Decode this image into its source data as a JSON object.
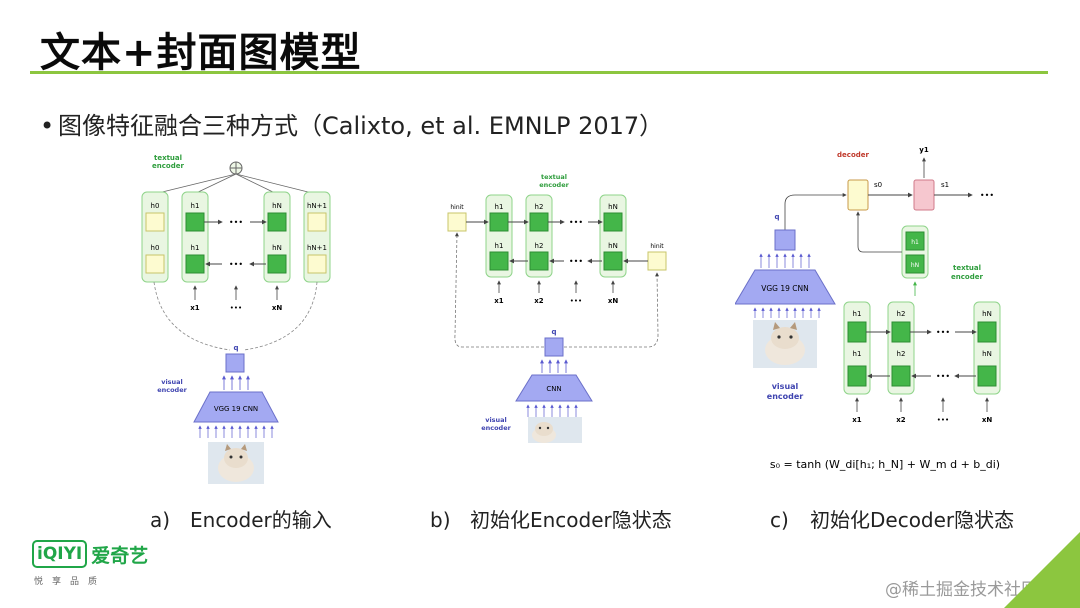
{
  "slide": {
    "title": "文本+封面图模型",
    "bullet": "图像特征融合三种方式（Calixto, et al. EMNLP 2017）",
    "bullet_mark": "•"
  },
  "panel_a": {
    "caption_tag": "a)",
    "caption": "Encoder的输入",
    "textual_encoder_label": [
      "textual",
      "encoder"
    ],
    "visual_encoder_label": [
      "visual",
      "encoder"
    ],
    "cnn_label": "VGG 19 CNN",
    "q_label": "q",
    "h_labels": [
      "h0",
      "h1",
      "hN",
      "hN+1"
    ],
    "x_labels": [
      "x1",
      "•••",
      "xN"
    ],
    "dots": "•••"
  },
  "panel_b": {
    "caption_tag": "b)",
    "caption": "初始化Encoder隐状态",
    "textual_encoder_label": [
      "textual",
      "encoder"
    ],
    "visual_encoder_label": [
      "visual",
      "encoder"
    ],
    "cnn_label": "CNN",
    "q_label": "q",
    "h_init_label": "hinit",
    "h_labels": [
      "h1",
      "h2",
      "hN"
    ],
    "x_labels": [
      "x1",
      "x2",
      "•••",
      "xN"
    ],
    "dots": "•••"
  },
  "panel_c": {
    "caption_tag": "c)",
    "caption": "初始化Decoder隐状态",
    "decoder_label": "decoder",
    "textual_encoder_label": [
      "textual",
      "encoder"
    ],
    "visual_encoder_label": [
      "visual",
      "encoder"
    ],
    "cnn_label": "VGG 19 CNN",
    "q_label": "q",
    "s_labels": [
      "s0",
      "s1"
    ],
    "y_label": "y1",
    "h_labels": [
      "h1",
      "h2",
      "hN"
    ],
    "x_labels": [
      "x1",
      "x2",
      "•••",
      "xN"
    ],
    "dots": "•••",
    "formula": "s₀ = tanh (W_di[h₁; h_N] + W_m d + b_di)"
  },
  "logo": {
    "box_text": "iQIYI",
    "cn_text": "爱奇艺",
    "sub_text": "悦享品质"
  },
  "watermark": "@稀土掘金技术社区",
  "colors": {
    "accent_green": "#8cc63f",
    "node_green": "#44b649",
    "node_yellow": "#fdfbd0",
    "cnn_blue": "#a3a9f2",
    "label_green": "#2e9d3c",
    "logo_green": "#20a648"
  }
}
